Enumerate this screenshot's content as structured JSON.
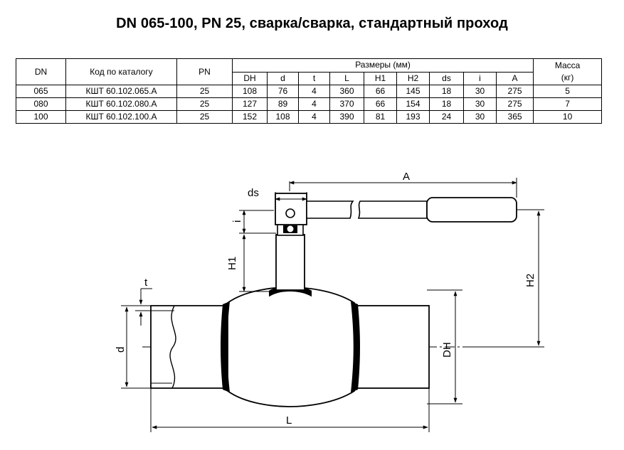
{
  "title": "DN 065-100, PN 25, сварка/сварка, стандартный проход",
  "table": {
    "headers": {
      "dn": "DN",
      "code": "Код по каталогу",
      "pn": "PN",
      "dimensions": "Размеры (мм)",
      "mass_line1": "Масса",
      "mass_line2": "(кг)",
      "sub": [
        "DH",
        "d",
        "t",
        "L",
        "H1",
        "H2",
        "ds",
        "i",
        "A"
      ]
    },
    "rows": [
      {
        "dn": "065",
        "code": "КШТ 60.102.065.А",
        "pn": "25",
        "dims": [
          "108",
          "76",
          "4",
          "360",
          "66",
          "145",
          "18",
          "30",
          "275"
        ],
        "mass": "5"
      },
      {
        "dn": "080",
        "code": "КШТ 60.102.080.А",
        "pn": "25",
        "dims": [
          "127",
          "89",
          "4",
          "370",
          "66",
          "154",
          "18",
          "30",
          "275"
        ],
        "mass": "7"
      },
      {
        "dn": "100",
        "code": "КШТ 60.102.100.А",
        "pn": "25",
        "dims": [
          "152",
          "108",
          "4",
          "390",
          "81",
          "193",
          "24",
          "30",
          "365"
        ],
        "mass": "10"
      }
    ]
  },
  "drawing_labels": {
    "A": "A",
    "ds": "ds",
    "i": "i",
    "H1": "H1",
    "H2": "H2",
    "t": "t",
    "d": "d",
    "DH": "DH",
    "L": "L"
  }
}
